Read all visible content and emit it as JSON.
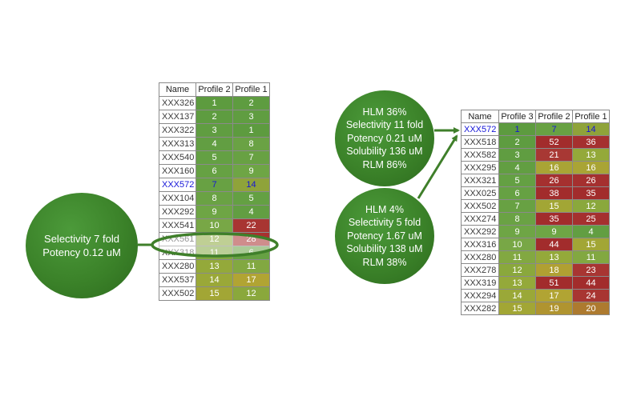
{
  "left_panel": {
    "callout_lines": [
      "Selectivity 7 fold",
      "Potency 0.12 uM"
    ],
    "table": {
      "columns": [
        "Name",
        "Profile 2",
        "Profile 1"
      ],
      "rows": [
        {
          "name": "XXX326",
          "values": [
            "1",
            "2"
          ],
          "colors": [
            "#5d9b3f",
            "#5e9c40"
          ]
        },
        {
          "name": "XXX137",
          "values": [
            "2",
            "3"
          ],
          "colors": [
            "#5e9c40",
            "#609d41"
          ]
        },
        {
          "name": "XXX322",
          "values": [
            "3",
            "1"
          ],
          "colors": [
            "#609d41",
            "#5d9b3f"
          ]
        },
        {
          "name": "XXX313",
          "values": [
            "4",
            "8"
          ],
          "colors": [
            "#629e42",
            "#6aa244"
          ]
        },
        {
          "name": "XXX540",
          "values": [
            "5",
            "7"
          ],
          "colors": [
            "#64a043",
            "#68a143"
          ]
        },
        {
          "name": "XXX160",
          "values": [
            "6",
            "9"
          ],
          "colors": [
            "#66a143",
            "#6ea545"
          ]
        },
        {
          "name": "XXX572",
          "values": [
            "7",
            "14"
          ],
          "colors": [
            "#68a143",
            "#8fa33a"
          ],
          "highlight": true
        },
        {
          "name": "XXX104",
          "values": [
            "8",
            "5"
          ],
          "colors": [
            "#6aa244",
            "#64a043"
          ]
        },
        {
          "name": "XXX292",
          "values": [
            "9",
            "4"
          ],
          "colors": [
            "#6ea545",
            "#629e42"
          ]
        },
        {
          "name": "XXX541",
          "values": [
            "10",
            "22"
          ],
          "colors": [
            "#78a746",
            "#a83532"
          ]
        },
        {
          "name": "XXX561",
          "values": [
            "12",
            "28"
          ],
          "colors": [
            "#8aa83c",
            "#a8302f"
          ]
        },
        {
          "name": "XXX318",
          "values": [
            "11",
            "6"
          ],
          "colors": [
            "#82a841",
            "#66a143"
          ]
        },
        {
          "name": "XXX280",
          "values": [
            "13",
            "11"
          ],
          "colors": [
            "#94a93a",
            "#82a841"
          ]
        },
        {
          "name": "XXX537",
          "values": [
            "14",
            "17"
          ],
          "colors": [
            "#9aa838",
            "#b1a433"
          ]
        },
        {
          "name": "XXX502",
          "values": [
            "15",
            "12"
          ],
          "colors": [
            "#a2a635",
            "#8aa83c"
          ]
        }
      ]
    }
  },
  "right_panel": {
    "callout_top_lines": [
      "HLM 36%",
      "Selectivity 11 fold",
      "Potency 0.21 uM",
      "Solubility 136 uM",
      "RLM 86%"
    ],
    "callout_bottom_lines": [
      "HLM 4%",
      "Selectivity 5 fold",
      "Potency 1.67 uM",
      "Solubility 138 uM",
      "RLM 38%"
    ],
    "table": {
      "columns": [
        "Name",
        "Profile 3",
        "Profile 2",
        "Profile 1"
      ],
      "rows": [
        {
          "name": "XXX572",
          "values": [
            "1",
            "7",
            "14"
          ],
          "colors": [
            "#5d9b3f",
            "#68a143",
            "#8fa33a"
          ],
          "highlight": true
        },
        {
          "name": "XXX518",
          "values": [
            "2",
            "52",
            "36"
          ],
          "colors": [
            "#5e9c40",
            "#a22c2c",
            "#a5302f"
          ]
        },
        {
          "name": "XXX582",
          "values": [
            "3",
            "21",
            "13"
          ],
          "colors": [
            "#609d41",
            "#a83834",
            "#94a93a"
          ]
        },
        {
          "name": "XXX295",
          "values": [
            "4",
            "16",
            "16"
          ],
          "colors": [
            "#629e42",
            "#a9a435",
            "#a9a435"
          ]
        },
        {
          "name": "XXX321",
          "values": [
            "5",
            "26",
            "26"
          ],
          "colors": [
            "#64a043",
            "#a5302f",
            "#a5302f"
          ]
        },
        {
          "name": "XXX025",
          "values": [
            "6",
            "38",
            "35"
          ],
          "colors": [
            "#66a143",
            "#a22c2c",
            "#a22c2c"
          ]
        },
        {
          "name": "XXX502",
          "values": [
            "7",
            "15",
            "12"
          ],
          "colors": [
            "#68a143",
            "#a2a635",
            "#8aa83c"
          ]
        },
        {
          "name": "XXX274",
          "values": [
            "8",
            "35",
            "25"
          ],
          "colors": [
            "#6aa244",
            "#a22c2c",
            "#a5302f"
          ]
        },
        {
          "name": "XXX292",
          "values": [
            "9",
            "9",
            "4"
          ],
          "colors": [
            "#6ea545",
            "#6ea545",
            "#629e42"
          ]
        },
        {
          "name": "XXX316",
          "values": [
            "10",
            "44",
            "15"
          ],
          "colors": [
            "#78a746",
            "#a22c2c",
            "#a2a635"
          ]
        },
        {
          "name": "XXX280",
          "values": [
            "11",
            "13",
            "11"
          ],
          "colors": [
            "#82a841",
            "#94a93a",
            "#82a841"
          ]
        },
        {
          "name": "XXX278",
          "values": [
            "12",
            "18",
            "23"
          ],
          "colors": [
            "#8aa83c",
            "#b0a032",
            "#a83532"
          ]
        },
        {
          "name": "XXX319",
          "values": [
            "13",
            "51",
            "44"
          ],
          "colors": [
            "#94a93a",
            "#a22c2c",
            "#a22c2c"
          ]
        },
        {
          "name": "XXX294",
          "values": [
            "14",
            "17",
            "24"
          ],
          "colors": [
            "#9aa838",
            "#b1a433",
            "#a83532"
          ]
        },
        {
          "name": "XXX282",
          "values": [
            "15",
            "19",
            "20"
          ],
          "colors": [
            "#a2a635",
            "#b09430",
            "#ad7a2f"
          ]
        }
      ]
    }
  },
  "colors": {
    "bubble_green": "#3b8229",
    "connector_green": "#3f7f2a",
    "highlight_text": "#1515d8",
    "grid_border": "#8a8a8a"
  }
}
